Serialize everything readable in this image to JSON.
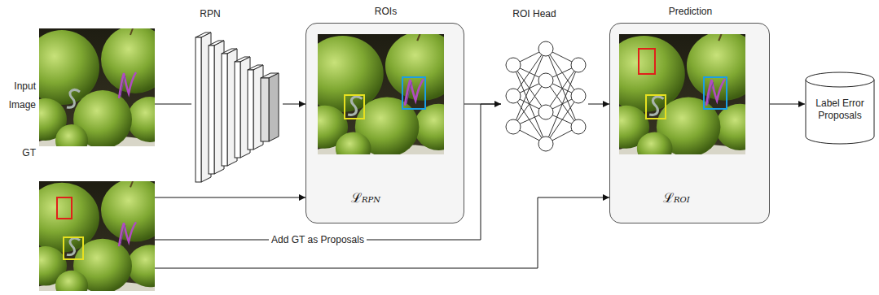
{
  "diagram": {
    "nodes": [
      {
        "text": [
          "Input Image"
        ]
      },
      {
        "text": [
          "GT"
        ]
      },
      {
        "text": [
          "RPN"
        ]
      },
      {
        "text": [
          "ROIs",
          "ℒRPN"
        ]
      },
      {
        "text": [
          "ROI Head"
        ]
      },
      {
        "text": [
          "Prediction",
          "ℒROI"
        ]
      },
      {
        "text": [
          "Label Error Proposals"
        ]
      }
    ],
    "edges": [
      {
        "from": 0,
        "to": 2,
        "arrow": "none"
      },
      {
        "from": 2,
        "to": 3,
        "arrow": "to"
      },
      {
        "from": 3,
        "to": 4,
        "arrow": "none"
      },
      {
        "from": 4,
        "to": 5,
        "arrow": "to"
      },
      {
        "from": 5,
        "to": 6,
        "arrow": "to"
      },
      {
        "from": 1,
        "to": 3,
        "arrow": "to"
      },
      {
        "from": 1,
        "to": 4,
        "label": "Add GT as Proposals",
        "arrow": "to"
      },
      {
        "from": 1,
        "to": 5,
        "arrow": "to"
      }
    ]
  }
}
